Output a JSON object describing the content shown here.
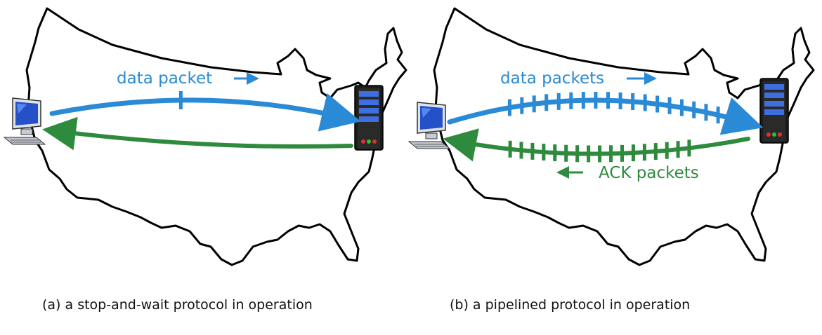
{
  "panel_a": {
    "data_label": "data packet",
    "caption": "(a) a stop-and-wait protocol in operation",
    "data_packet_count": 1
  },
  "panel_b": {
    "data_label": "data packets",
    "ack_label": "ACK packets",
    "caption": "(b) a pipelined protocol in operation",
    "data_packet_count": 20,
    "ack_packet_count": 17
  },
  "colors": {
    "data": "#2a8ad6",
    "ack": "#2e8b3e",
    "map_outline": "#000000",
    "server_body": "#1c1c1c",
    "server_lights": "#3d6fe0"
  },
  "icons": [
    "us-map-outline",
    "desktop-computer-icon",
    "server-tower-icon"
  ]
}
